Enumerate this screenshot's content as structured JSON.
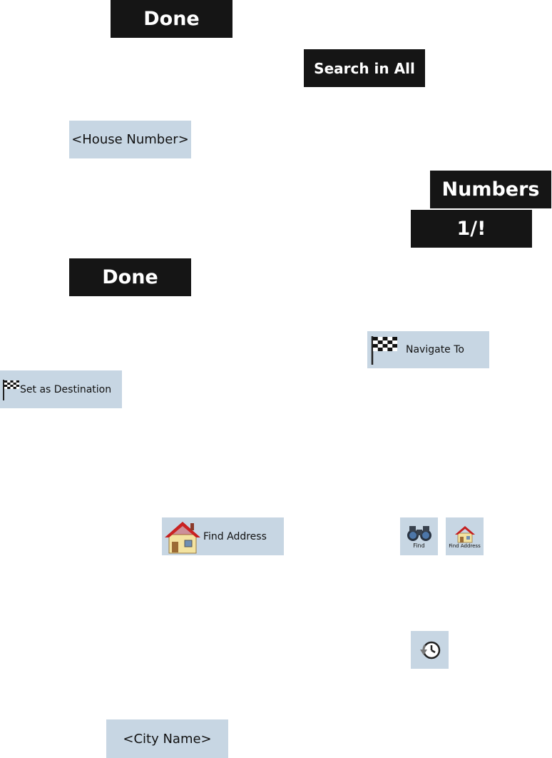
{
  "buttons": {
    "done_1": "Done",
    "search_in_all": "Search in All",
    "house_number": "<House Number>",
    "numbers": "Numbers",
    "one_bang": "1/!",
    "done_2": "Done",
    "navigate_to": "Navigate To",
    "set_as_destination": "Set as Destination",
    "find_address": "Find Address",
    "find_small": "Find",
    "find_address_small": "Find Address",
    "city_name": "<City Name>"
  },
  "icons": {
    "flag": "checkered-flag-icon",
    "house": "house-icon",
    "binoculars": "binoculars-icon",
    "history": "history-clock-icon"
  },
  "colors": {
    "dark_button": "#151515",
    "light_button": "#c7d6e3"
  }
}
